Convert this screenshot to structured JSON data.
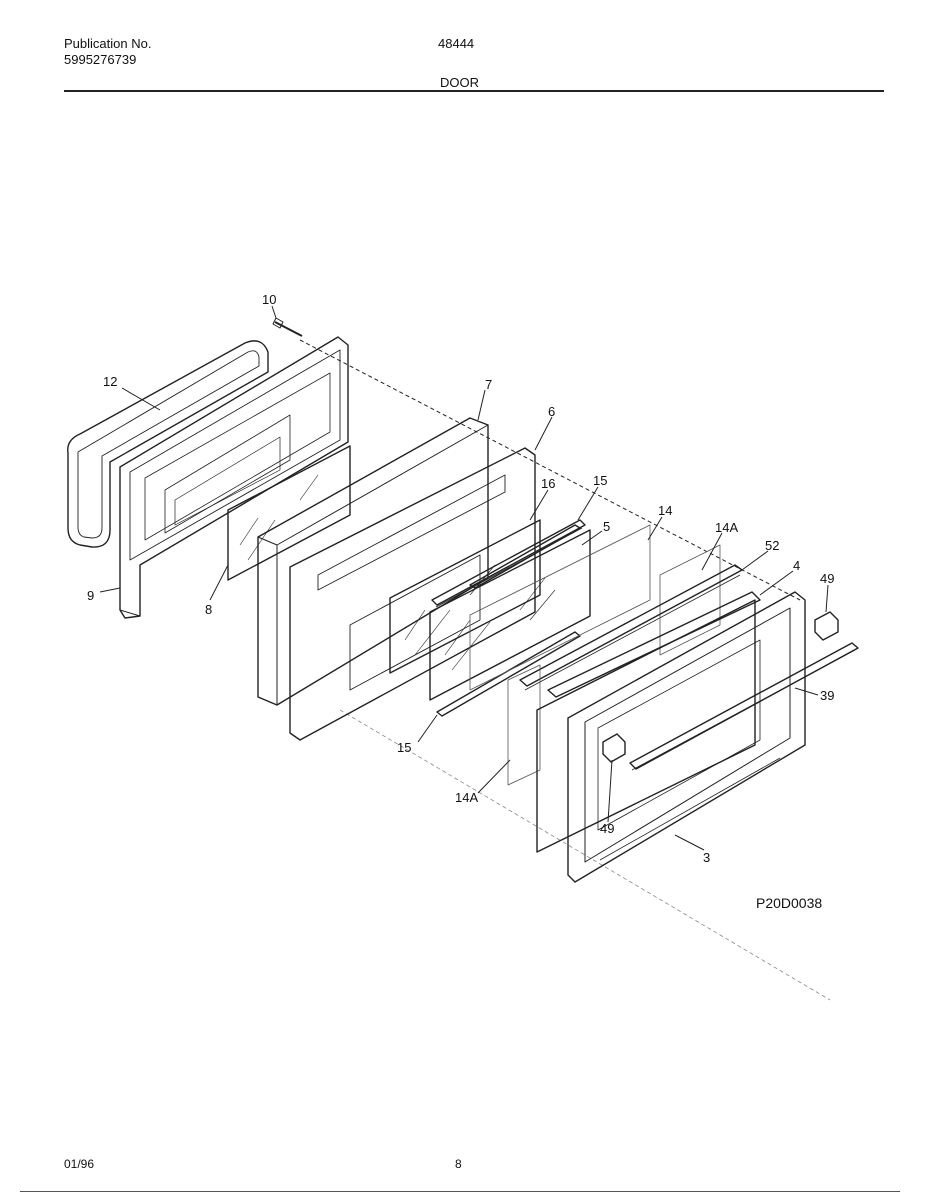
{
  "header": {
    "publication_label": "Publication No.",
    "publication_number": "5995276739",
    "model_number": "48444",
    "section_title": "DOOR"
  },
  "diagram": {
    "figure_code": "P20D0038",
    "callouts": [
      "10",
      "12",
      "9",
      "8",
      "7",
      "6",
      "16",
      "15",
      "5",
      "14",
      "14A",
      "52",
      "4",
      "49",
      "39",
      "15",
      "14A",
      "49",
      "3"
    ]
  },
  "footer": {
    "date_code": "01/96",
    "page_number": "8"
  }
}
